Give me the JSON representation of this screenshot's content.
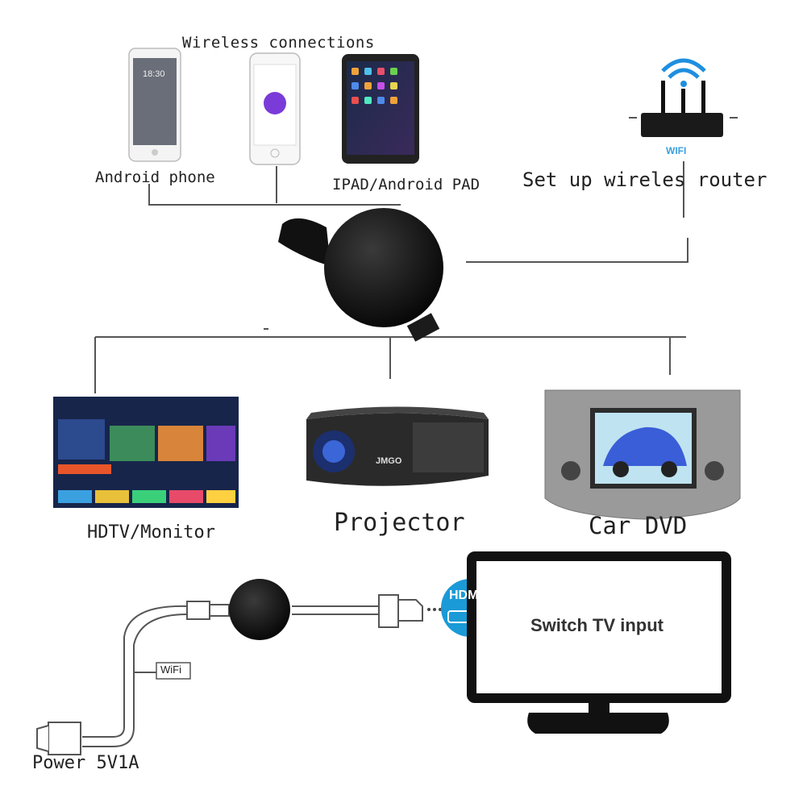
{
  "labels": {
    "wireless_connections": "Wireless connections",
    "android_phone": "Android phone",
    "ipad_android_pad": "IPAD/Android PAD",
    "set_up_router": "Set up wireles router",
    "hdtv_monitor": "HDTV/Monitor",
    "projector": "Projector",
    "car_dvd": "Car DVD",
    "switch_tv_input": "Switch TV input",
    "power": "Power 5V1A",
    "hdmi": "HDMI",
    "wifi": "WiFi",
    "router_brand": "WIFI",
    "projector_brand": "JMGO",
    "phone_clock": "18:30"
  },
  "colors": {
    "line": "#555555",
    "dongle": "#111111",
    "hdmi_badge": "#1a9ad6",
    "wifi_signal": "#1e8fe0"
  },
  "icons": {
    "android_phone": "smartphone-icon",
    "iphone": "smartphone-icon",
    "tablet": "tablet-icon",
    "router": "wifi-router-icon",
    "dongle": "hdmi-dongle-icon",
    "hdtv": "monitor-icon",
    "projector": "projector-icon",
    "car_dvd": "car-dvd-icon",
    "tv": "tv-icon",
    "usb_plug": "usb-plug-icon",
    "hdmi_plug": "hdmi-plug-icon"
  }
}
